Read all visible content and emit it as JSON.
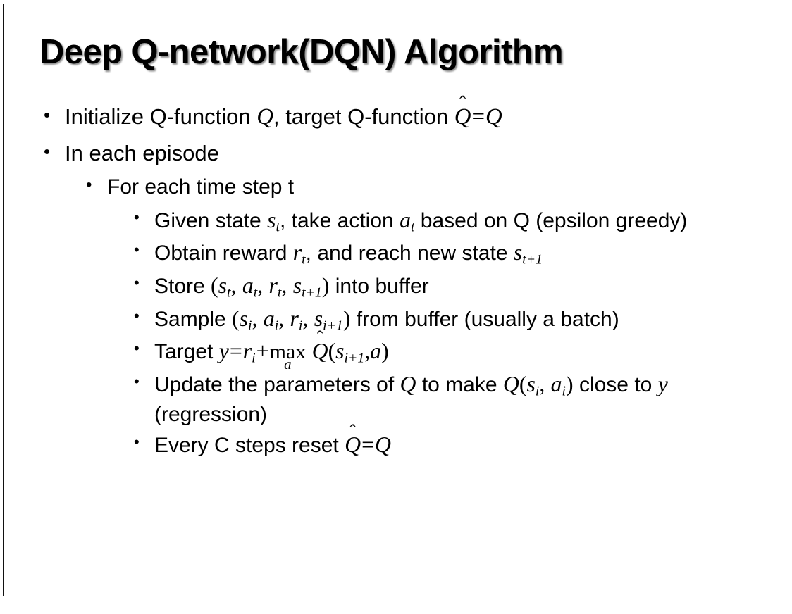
{
  "slide": {
    "title": "Deep Q-network(DQN) Algorithm",
    "background_color": "#ffffff",
    "text_color": "#000000",
    "bullet_glyph": "•"
  },
  "content": {
    "b1": {
      "level": 1,
      "plain": "Initialize Q-function Q, target Q-function Q̂ = Q",
      "t1": "Initialize Q-function ",
      "m1": "Q",
      "t2": ", target Q-function ",
      "m2": "Q̂",
      "eq": "=",
      "m3": "Q"
    },
    "b2": {
      "level": 1,
      "plain": "In each episode",
      "t1": "In each episode"
    },
    "b3": {
      "level": 2,
      "plain": "For each time step t",
      "t1": "For each time step t"
    },
    "b4": {
      "level": 3,
      "plain": "Given state s_t, take action a_t based on Q (epsilon greedy)",
      "t1": "Given state ",
      "m1": "s",
      "m1sub": "t",
      "t2": ", take action ",
      "m2": "a",
      "m2sub": "t",
      "t3": " based on Q (epsilon greedy)"
    },
    "b5": {
      "level": 3,
      "plain": "Obtain reward r_t, and reach new state s_t+1",
      "t1": "Obtain reward ",
      "m1": "r",
      "m1sub": "t",
      "t2": ", and reach new state ",
      "m2": "s",
      "m2sub": "t+1"
    },
    "b6": {
      "level": 3,
      "plain": "Store (s_t, a_t, r_t, s_t+1) into buffer",
      "t1": "Store ",
      "paren_open": "(",
      "m1": "s",
      "m1sub": "t",
      "c1": ",",
      "m2": "a",
      "m2sub": "t",
      "c2": ",",
      "m3": "r",
      "m3sub": "t",
      "c3": ",",
      "m4": "s",
      "m4sub": "t+1",
      "paren_close": ")",
      "t2": " into buffer"
    },
    "b7": {
      "level": 3,
      "plain": "Sample (s_i, a_i, r_i, s_i+1) from buffer (usually a batch)",
      "t1": "Sample ",
      "paren_open": "(",
      "m1": "s",
      "m1sub": "i",
      "c1": ",",
      "m2": "a",
      "m2sub": "i",
      "c2": ",",
      "m3": "r",
      "m3sub": "i",
      "c3": ",",
      "m4": "s",
      "m4sub": "i+1",
      "paren_close": ")",
      "t2": " from buffer (usually a batch)"
    },
    "b8": {
      "level": 3,
      "plain": "Target y = r_i + max_a Q̂(s_i+1, a)",
      "t1": "Target ",
      "m1": "y",
      "eq": "=",
      "m2": "r",
      "m2sub": "i",
      "plus": "+",
      "op": "max",
      "op_sub": "a",
      "m3": "Q̂",
      "paren_open": "(",
      "m4": "s",
      "m4sub": "i+1",
      "c1": ",",
      "m5": "a",
      "paren_close": ")"
    },
    "b9": {
      "level": 3,
      "plain": "Update the parameters of Q to make Q(s_i, a_i) close to y (regression)",
      "t1": "Update the parameters of ",
      "m1": "Q",
      "t2": " to make ",
      "m2": "Q",
      "paren_open": "(",
      "m3": "s",
      "m3sub": "i",
      "c1": ",",
      "m4": "a",
      "m4sub": "i",
      "paren_close": ")",
      "t3": " close to ",
      "m5": "y",
      "t4": " (regression)"
    },
    "b10": {
      "level": 3,
      "plain": "Every C steps reset Q̂ = Q",
      "t1": "Every C steps reset ",
      "m1": "Q̂",
      "eq": "=",
      "m2": "Q"
    }
  }
}
